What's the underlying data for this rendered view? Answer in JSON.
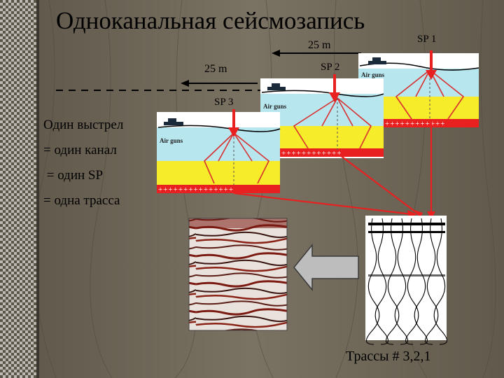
{
  "title": "Одноканальная сейсмозапись",
  "labels": {
    "dist_top": "25 m",
    "dist_left": "25 m",
    "sp1": "SP 1",
    "sp2": "SP 2",
    "sp3": "SP 3",
    "air_guns": "Air guns"
  },
  "text_block": [
    "Один выстрел",
    "= один канал",
    " = один SP",
    "= одна трасса"
  ],
  "caption": "Трассы # 3,2,1",
  "colors": {
    "sea": "#b8e6ee",
    "layer": "#f7ec2a",
    "red": "#e82020",
    "panel_bg": "#ffffff"
  }
}
